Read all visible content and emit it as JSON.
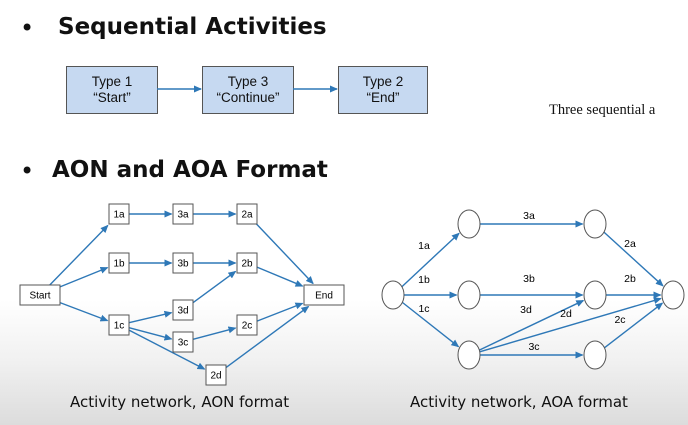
{
  "slide": {
    "bullet_glyph": "•",
    "section1_title": "Sequential Activities",
    "section2_title": "AON and AOA Format",
    "seq_boxes": [
      {
        "line1": "Type 1",
        "line2": "“Start”"
      },
      {
        "line1": "Type 3",
        "line2": "“Continue”"
      },
      {
        "line1": "Type 2",
        "line2": "“End”"
      }
    ],
    "seq_caption": "Three sequential a",
    "aon_caption": "Activity network, AON format",
    "aoa_caption": "Activity network, AOA format"
  },
  "aon": {
    "nodes": [
      {
        "id": "start",
        "label": "Start"
      },
      {
        "id": "1a",
        "label": "1a"
      },
      {
        "id": "1b",
        "label": "1b"
      },
      {
        "id": "1c",
        "label": "1c"
      },
      {
        "id": "3a",
        "label": "3a"
      },
      {
        "id": "3b",
        "label": "3b"
      },
      {
        "id": "3d",
        "label": "3d"
      },
      {
        "id": "3c",
        "label": "3c"
      },
      {
        "id": "2a",
        "label": "2a"
      },
      {
        "id": "2b",
        "label": "2b"
      },
      {
        "id": "2c",
        "label": "2c"
      },
      {
        "id": "2d",
        "label": "2d"
      },
      {
        "id": "end",
        "label": "End"
      }
    ],
    "edges": [
      [
        "start",
        "1a"
      ],
      [
        "start",
        "1b"
      ],
      [
        "start",
        "1c"
      ],
      [
        "1a",
        "3a"
      ],
      [
        "3a",
        "2a"
      ],
      [
        "2a",
        "end"
      ],
      [
        "1b",
        "3b"
      ],
      [
        "3b",
        "2b"
      ],
      [
        "2b",
        "end"
      ],
      [
        "1c",
        "3d"
      ],
      [
        "3d",
        "2b"
      ],
      [
        "1c",
        "3c"
      ],
      [
        "3c",
        "2c"
      ],
      [
        "2c",
        "end"
      ],
      [
        "1c",
        "2d"
      ],
      [
        "2d",
        "end"
      ]
    ]
  },
  "aoa": {
    "edges": [
      {
        "from": "n0",
        "to": "n1",
        "label": "1a"
      },
      {
        "from": "n0",
        "to": "n2",
        "label": "1b"
      },
      {
        "from": "n0",
        "to": "n3",
        "label": "1c"
      },
      {
        "from": "n1",
        "to": "n4",
        "label": "3a"
      },
      {
        "from": "n2",
        "to": "n5",
        "label": "3b"
      },
      {
        "from": "n3",
        "to": "n5",
        "label": "3d"
      },
      {
        "from": "n3",
        "to": "n7",
        "label": "2d"
      },
      {
        "from": "n3",
        "to": "n6",
        "label": "3c"
      },
      {
        "from": "n4",
        "to": "n7",
        "label": "2a"
      },
      {
        "from": "n5",
        "to": "n7",
        "label": "2b"
      },
      {
        "from": "n6",
        "to": "n7",
        "label": "2c"
      }
    ]
  },
  "colors": {
    "box_fill": "#c6d9f1",
    "arrow": "#2e78b7",
    "node_border": "#555555"
  }
}
